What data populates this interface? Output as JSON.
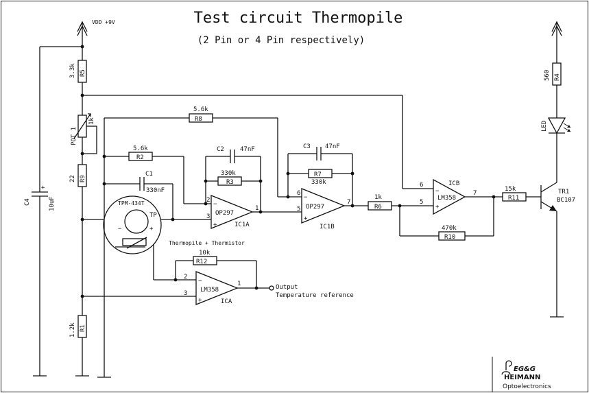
{
  "title": "Test circuit Thermopile",
  "subtitle": "(2 Pin or 4 Pin respectively)",
  "supply": "VDD +9V",
  "components": {
    "R5": {
      "ref": "R5",
      "value": "3.3k"
    },
    "POT1": {
      "ref": "POT 1",
      "value": "1k"
    },
    "R9": {
      "ref": "R9",
      "value": "22"
    },
    "R1": {
      "ref": "R1",
      "value": "1.2k"
    },
    "C4": {
      "ref": "C4",
      "value": "10uF"
    },
    "R8": {
      "ref": "R8",
      "value": "5.6k"
    },
    "R2": {
      "ref": "R2",
      "value": "5.6k"
    },
    "C2": {
      "ref": "C2",
      "value": "47nF"
    },
    "R3": {
      "ref": "R3",
      "value": "330k"
    },
    "C3": {
      "ref": "C3",
      "value": "47nF"
    },
    "R7": {
      "ref": "R7",
      "value": "330k"
    },
    "C1": {
      "ref": "C1",
      "value": "330nF"
    },
    "R6": {
      "ref": "R6",
      "value": "1k"
    },
    "R10": {
      "ref": "R10",
      "value": "470k"
    },
    "R11": {
      "ref": "R11",
      "value": "15k"
    },
    "R4": {
      "ref": "R4",
      "value": "560"
    },
    "R12": {
      "ref": "R12",
      "value": "10k"
    },
    "LED": {
      "ref": "LED"
    },
    "TR1": {
      "ref": "TR1",
      "value": "BC107"
    },
    "IC1A": {
      "ref": "IC1A",
      "part": "OP297"
    },
    "IC1B": {
      "ref": "IC1B",
      "part": "OP297"
    },
    "ICB": {
      "ref": "ICB",
      "part": "LM358"
    },
    "ICA": {
      "ref": "ICA",
      "part": "LM358"
    },
    "sensor": {
      "part": "TPM-434T",
      "ref": "TP",
      "caption": "Thermopile + Thermistor"
    }
  },
  "pins": {
    "ic1a_inv": "2",
    "ic1a_non": "3",
    "ic1a_out": "1",
    "ic1b_inv": "6",
    "ic1b_non": "5",
    "ic1b_out": "7",
    "icb_inv": "6",
    "icb_non": "5",
    "icb_out": "7",
    "ica_inv": "2",
    "ica_non": "3",
    "ica_out": "1"
  },
  "output": {
    "line1": "Output",
    "line2": "Temperature reference"
  },
  "brand": {
    "name1": "EG&G",
    "name2": "HEIMANN",
    "division": "Optoelectronics"
  },
  "signs": {
    "minus": "−",
    "plus": "+"
  }
}
